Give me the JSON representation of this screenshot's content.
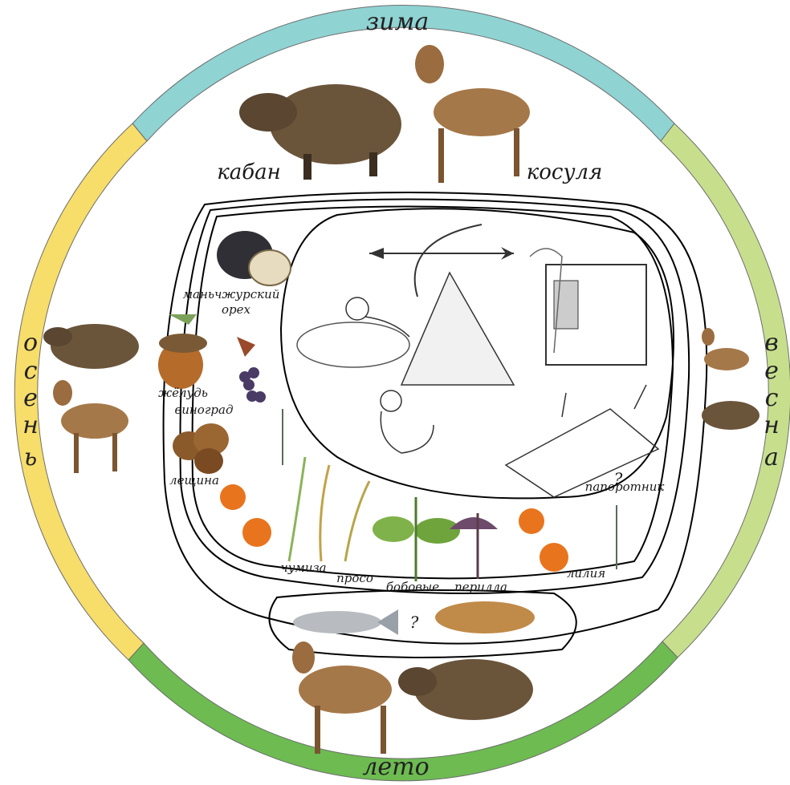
{
  "seasons": {
    "winter": "зима",
    "summer": "лето",
    "autumn": [
      "о",
      "с",
      "е",
      "н",
      "ь"
    ],
    "spring": [
      "в",
      "е",
      "с",
      "н",
      "а"
    ]
  },
  "colors": {
    "winter": "#8fd3d3",
    "spring": "#c7df8d",
    "summer": "#6dbb51",
    "autumn": "#f7dd6a"
  },
  "animals": {
    "boar": "кабан",
    "roe_deer": "косуля"
  },
  "plants": {
    "walnut": [
      "маньчжурский",
      "орех"
    ],
    "acorn": "жёлудь",
    "grape": "виноград",
    "hazel": "лещина",
    "fern": "папоротник",
    "foxtail_millet": "чумиза",
    "millet": "просо",
    "legumes": "бобовые",
    "perilla": "перилла",
    "lily": "лилия"
  },
  "unknown_marks": [
    "?",
    "?"
  ]
}
